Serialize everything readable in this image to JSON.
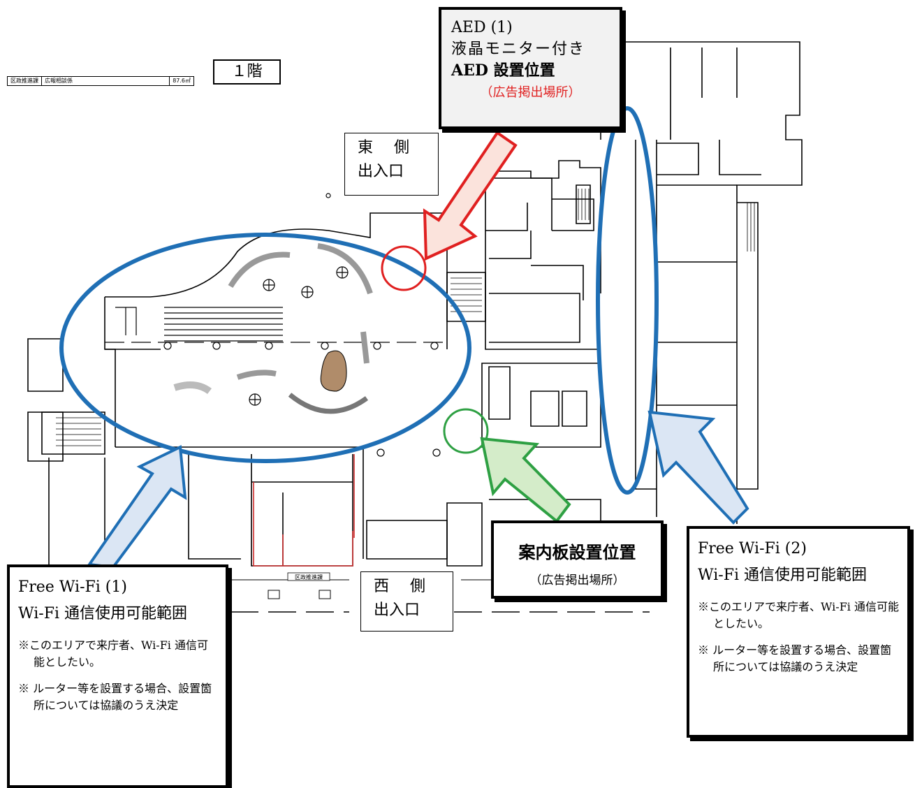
{
  "floor_label": "１階",
  "legend_table": {
    "dept": "区政推進課",
    "use": "広報相談係",
    "area": "87.6㎡"
  },
  "aed": {
    "line1": "AED (1)",
    "line2": "液晶モニター付き",
    "line3": "AED 設置位置",
    "line4": "（広告掲出場所）"
  },
  "east_entrance": {
    "line1": "東　側",
    "line2": "出入口"
  },
  "west_entrance": {
    "line1": "西　側",
    "line2": "出入口"
  },
  "guide_board": {
    "title": "案内板設置位置",
    "sub": "（広告掲出場所）"
  },
  "wifi1": {
    "title": "Free Wi-Fi (1)",
    "subtitle": "Wi-Fi 通信使用可能範囲",
    "note1": "※このエリアで来庁者、Wi-Fi 通信可能としたい。",
    "note2": "※ ルーター等を設置する場合、設置箇所については協議のうえ決定"
  },
  "wifi2": {
    "title": "Free Wi-Fi (2)",
    "subtitle": "Wi-Fi 通信使用可能範囲",
    "note1": "※このエリアで来庁者、Wi-Fi 通信可能としたい。",
    "note2": "※ ルーター等を設置する場合、設置箇所については協議のうえ決定"
  },
  "bottom_room_label": "区政推進課",
  "colors": {
    "wifi_ellipse": "#1f6fb5",
    "aed_marker": "#e02020",
    "guide_marker": "#2ea043",
    "arrow_blue_fill": "#dbe6f4",
    "arrow_red_fill": "#fbe3dc",
    "arrow_green_fill": "#d4ecc9"
  }
}
